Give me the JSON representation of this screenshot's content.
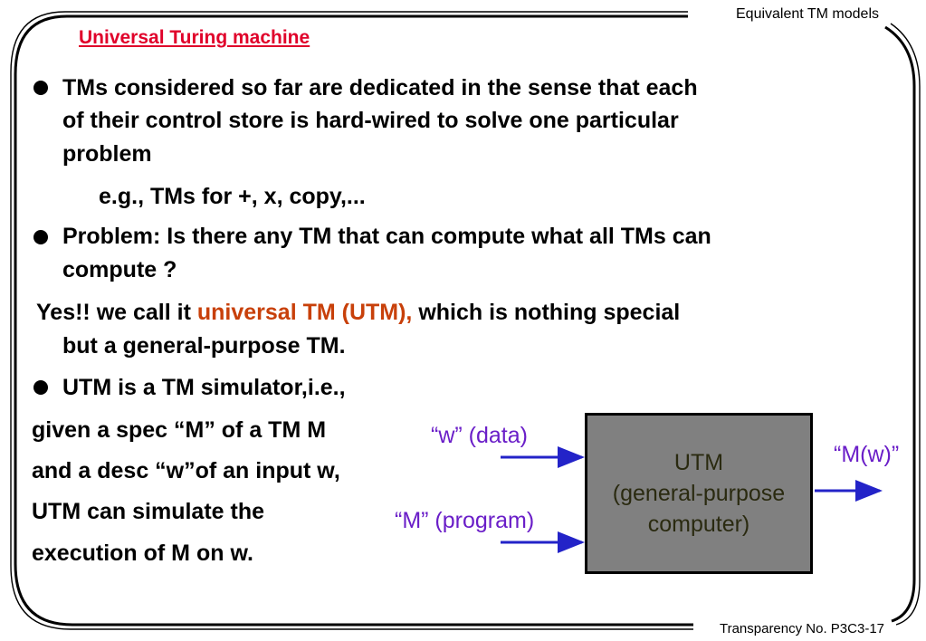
{
  "header": {
    "section_title": "Equivalent TM models"
  },
  "footer": {
    "transparency": "Transparency No. P3C3-17"
  },
  "slide": {
    "title": "Universal Turing machine",
    "bullet1": [
      "TMs considered so far are dedicated in the sense that each",
      "of their control store is hard-wired to solve one particular",
      "problem"
    ],
    "sub_bullet_glyph": "",
    "sub_bullet": "e.g., TMs for +, x, copy,...",
    "bullet2": [
      "Problem: Is there any TM that can compute what all  TMs can",
      "compute ?"
    ],
    "yes_prefix": "Yes!! we call it ",
    "yes_highlight": "universal TM (UTM),",
    "yes_suffix": " which is nothing special",
    "yes_cont": "but a general-purpose TM.",
    "bullet3": "UTM is a TM simulator,i.e.,",
    "desc_lines": [
      "given a spec “M” of a TM M",
      " and a desc “w”of an input w,",
      "UTM can simulate the",
      "execution  of M on w."
    ]
  },
  "diagram": {
    "input_data_label": "“w” (data)",
    "input_program_label": "“M” (program)",
    "output_label": "“M(w)”",
    "box_line1": "UTM",
    "box_line2": "(general-purpose",
    "box_line3": "computer)"
  },
  "colors": {
    "title": "#e0002a",
    "highlight": "#c8400a",
    "diagram_label": "#6a1ec8",
    "arrow": "#2323c8",
    "box_fill": "#808080"
  }
}
